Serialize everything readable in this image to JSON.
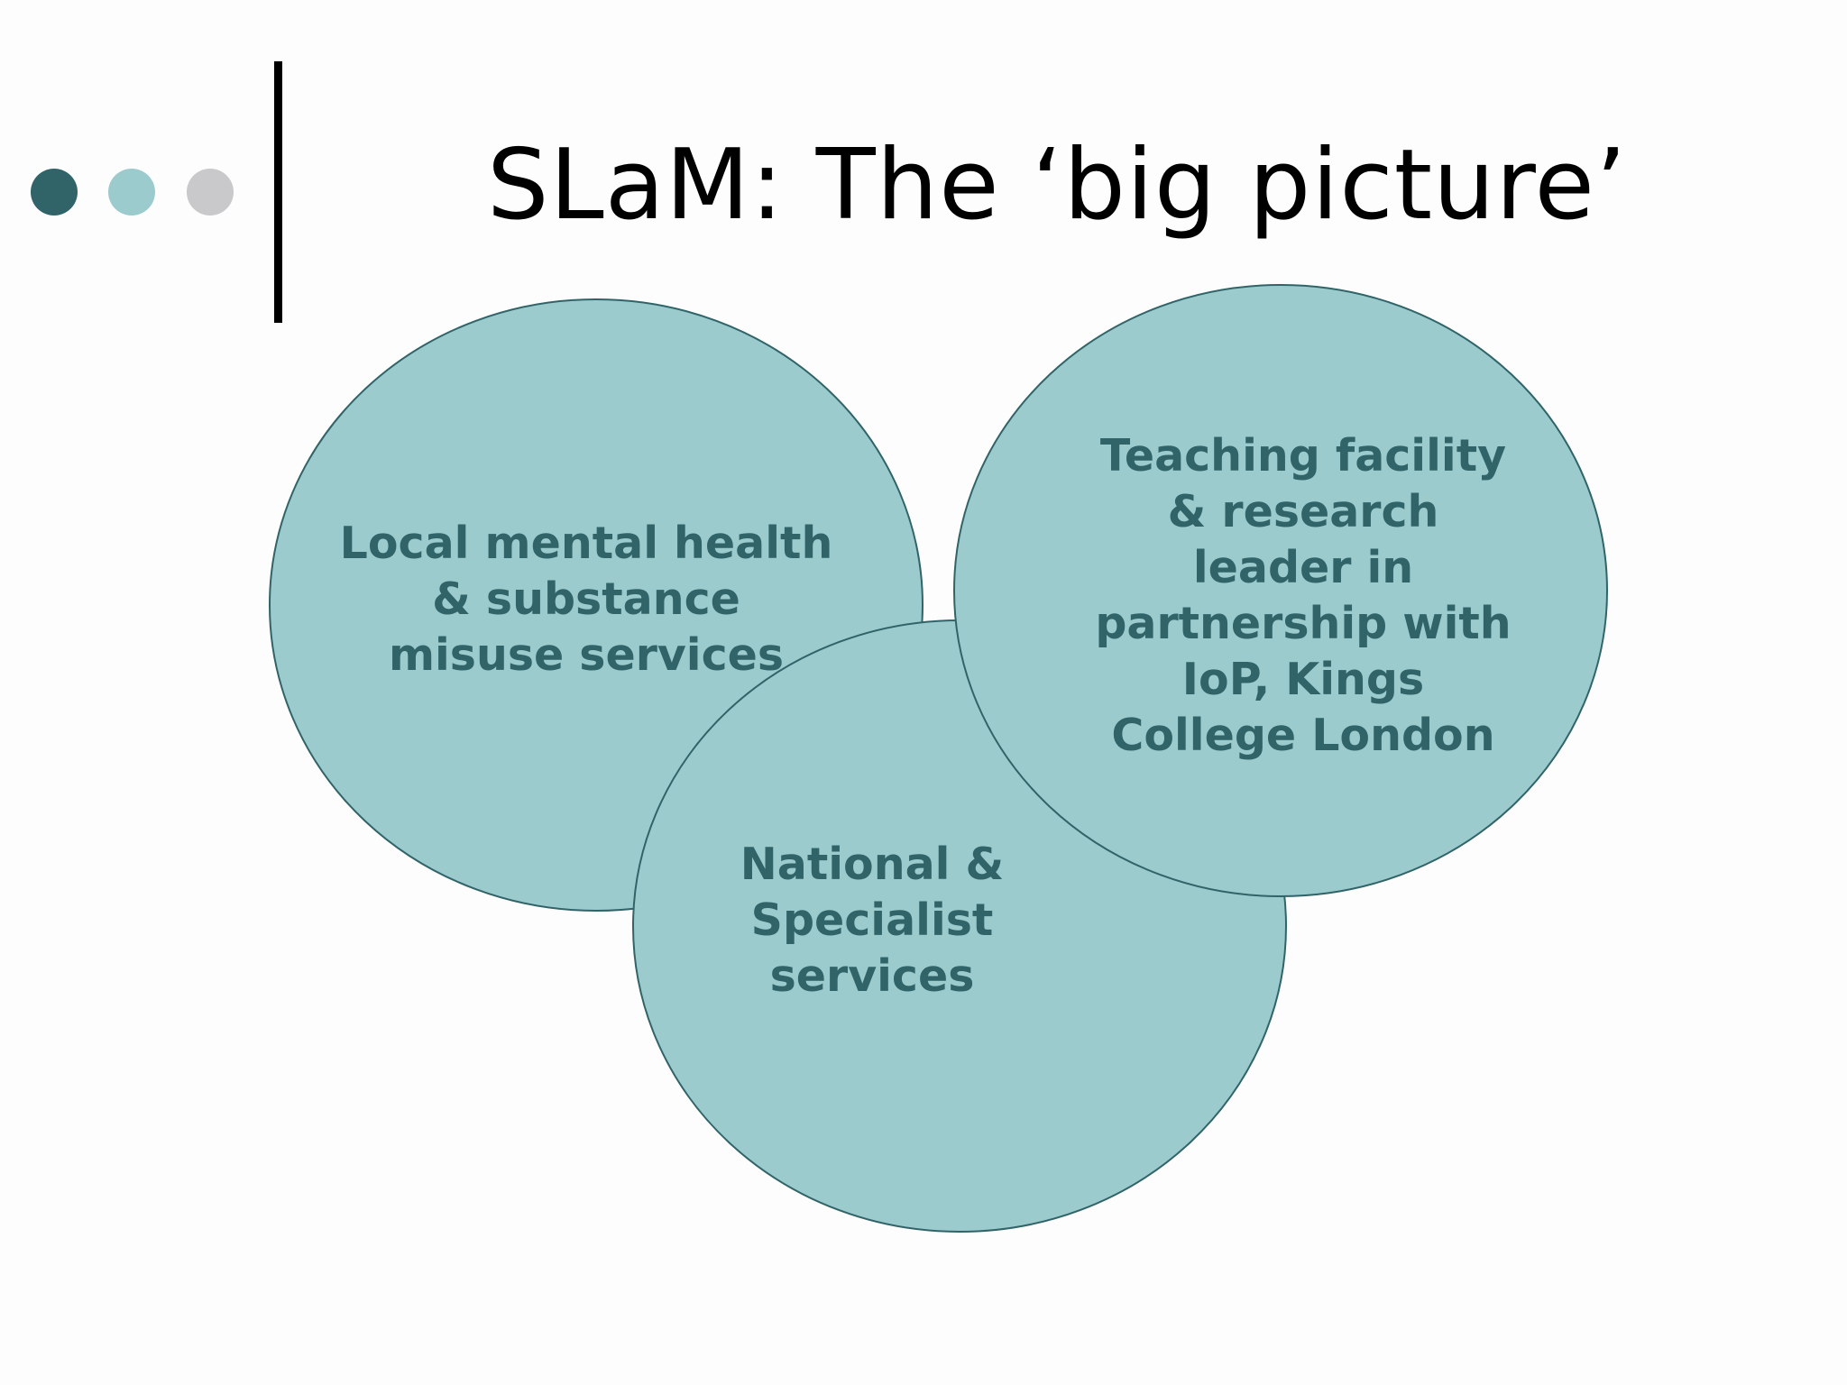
{
  "slide": {
    "title": "SLaM: The ‘big picture’"
  },
  "colors": {
    "dark_teal": "#306468",
    "light_teal": "#9ccbce",
    "gray": "#c9c9cc",
    "circle_fill": "#9ccbce",
    "circle_stroke": "#306468",
    "label_text": "#306468",
    "divider": "#000000"
  },
  "bullets": [
    {
      "color": "#306468"
    },
    {
      "color": "#9ccbce"
    },
    {
      "color": "#c9c9cc"
    }
  ],
  "circles": {
    "local": {
      "lines": [
        "Local mental health",
        "& substance",
        "misuse services"
      ]
    },
    "national": {
      "lines": [
        "National &",
        "Specialist",
        "services"
      ]
    },
    "teaching": {
      "lines": [
        "Teaching facility",
        "& research",
        "leader in",
        "partnership with",
        "IoP, Kings",
        "College London"
      ]
    }
  }
}
